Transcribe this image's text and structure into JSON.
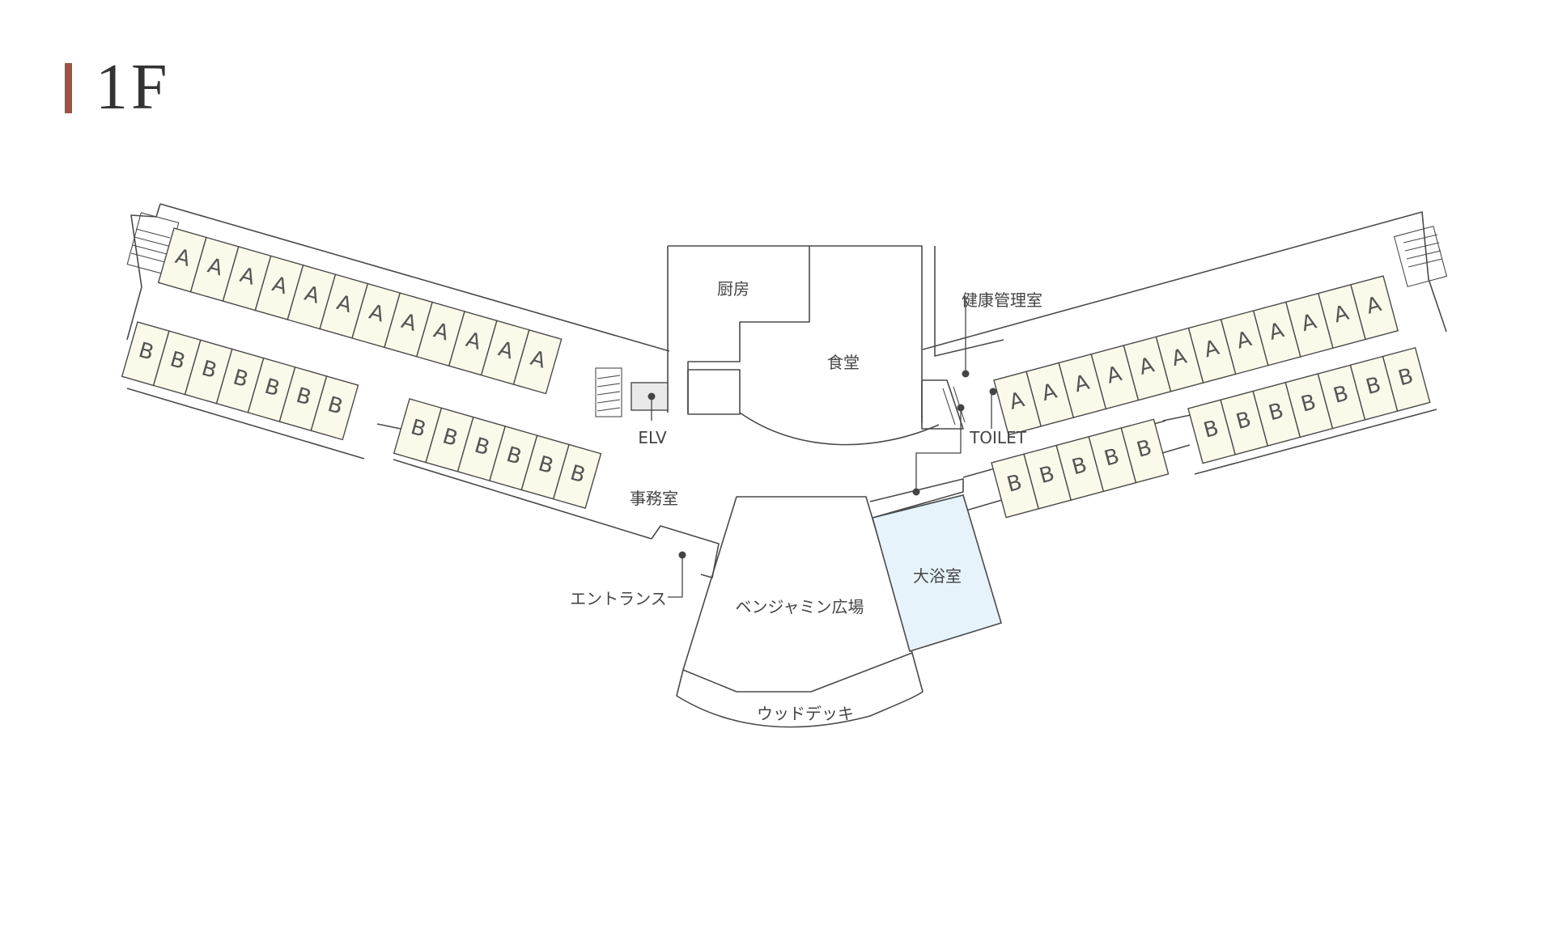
{
  "floor": {
    "title": "1F",
    "accent_color": "#9b5348"
  },
  "colors": {
    "wall": "#4a4a4a",
    "unit_fill": "#fbfaea",
    "bath_fill": "#e6f3fb",
    "elevator_fill": "#e9e9e9",
    "marker": "#444444"
  },
  "rooms": {
    "kitchen": "厨房",
    "dining": "食堂",
    "health": "健康管理室",
    "elevator": "ELV",
    "toilet": "TOILET",
    "office": "事務室",
    "entrance": "エントランス",
    "plaza": "ベンジャミン広場",
    "bath": "大浴室",
    "deck": "ウッドデッキ"
  },
  "units": {
    "left_a": [
      "A",
      "A",
      "A",
      "A",
      "A",
      "A",
      "A",
      "A",
      "A",
      "A",
      "A",
      "A"
    ],
    "left_b_outer": [
      "B",
      "B",
      "B",
      "B",
      "B",
      "B",
      "B"
    ],
    "left_b_inner": [
      "B",
      "B",
      "B",
      "B",
      "B",
      "B"
    ],
    "right_a": [
      "A",
      "A",
      "A",
      "A",
      "A",
      "A",
      "A",
      "A",
      "A",
      "A",
      "A",
      "A"
    ],
    "right_b_inner": [
      "B",
      "B",
      "B",
      "B",
      "B"
    ],
    "right_b_outer": [
      "B",
      "B",
      "B",
      "B",
      "B",
      "B",
      "B"
    ]
  }
}
